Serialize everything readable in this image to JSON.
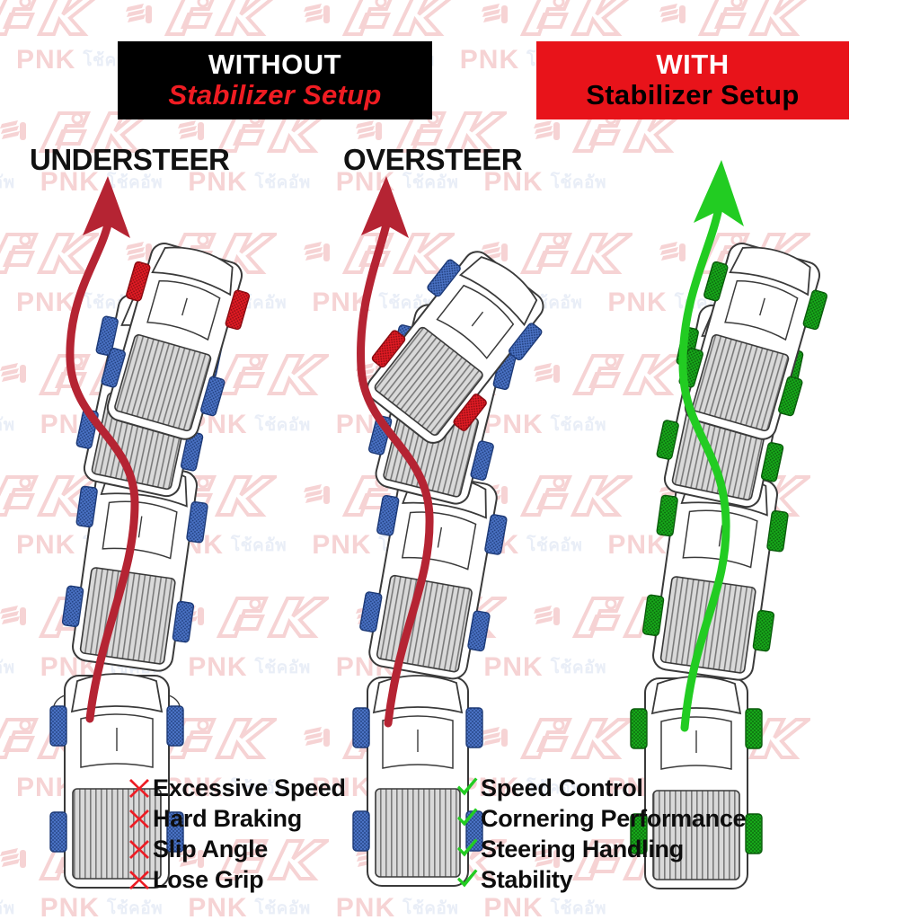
{
  "headers": {
    "without": {
      "line1": "WITHOUT",
      "line2": "Stabilizer Setup",
      "bg": "#000000",
      "line1_color": "#FFFFFF",
      "line2_color": "#EF1C22"
    },
    "with": {
      "line1": "WITH",
      "line2": "Stabilizer Setup",
      "bg": "#E8131A",
      "line1_color": "#FFFFFF",
      "line2_color": "#000000"
    }
  },
  "sections": {
    "understeer_label": "UNDERSTEER",
    "oversteer_label": "OVERSTEER"
  },
  "watermark": {
    "brand": "PNK",
    "thai": "โช้คอัพ",
    "color": "#F6D3D4"
  },
  "colors": {
    "red_arrow": "#B52433",
    "green_arrow": "#22CC22",
    "tire_red": "#E01B24",
    "tire_blue": "#4A72C4",
    "tire_green": "#17A81A",
    "x_mark": "#ED1C24",
    "check_mark": "#22CC22",
    "text": "#0D0D0D"
  },
  "lists": {
    "without": {
      "mark": "x-mark-icon",
      "items": [
        "Excessive Speed",
        "Hard Braking",
        "Slip Angle",
        "Lose Grip"
      ]
    },
    "with": {
      "mark": "check-mark-icon",
      "items": [
        "Speed Control",
        "Cornering Performance",
        "Steering Handling",
        "Stability"
      ]
    }
  },
  "diagram": {
    "understeer": {
      "arrow_color": "#B52433",
      "cars": 4,
      "front_tire_color": "#E01B24",
      "other_tire_color": "#4A72C4",
      "note": "front tires red = loss of front grip"
    },
    "oversteer": {
      "arrow_color": "#B52433",
      "cars": 4,
      "rear_tire_color": "#E01B24",
      "other_tire_color": "#4A72C4",
      "note": "rear tires red = loss of rear grip"
    },
    "with_stabilizer": {
      "arrow_color": "#22CC22",
      "cars": 4,
      "tire_color": "#17A81A",
      "note": "all tires green = full grip"
    }
  }
}
